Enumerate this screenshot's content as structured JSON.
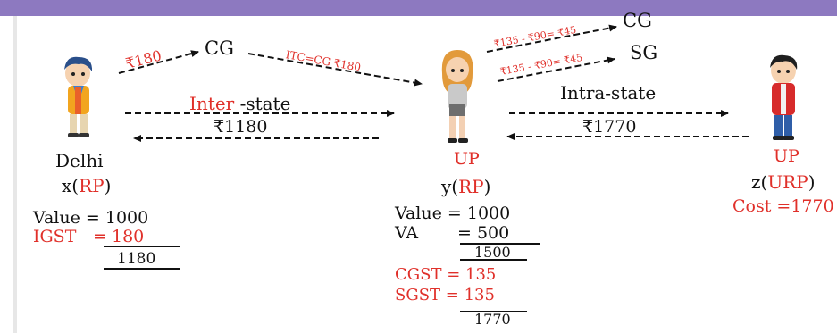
{
  "colors": {
    "accent": "#e0302a",
    "banner": "#8d79c0",
    "ink": "#111111"
  },
  "icons": {
    "people": [
      "boy-with-scarf-icon",
      "girl-icon",
      "boy-red-jacket-icon"
    ]
  },
  "parties": {
    "x": {
      "place": "Delhi",
      "name_prefix": "x(",
      "reg": "RP",
      "name_suffix": ")",
      "value_label": "Value = 1000",
      "igst_label": "IGST",
      "igst_eq": "=",
      "igst_value": "180",
      "total": "1180"
    },
    "y": {
      "place": "UP",
      "name_prefix": "y(",
      "reg": "RP",
      "name_suffix": ")",
      "value_label": "Value = 1000",
      "va_label": "VA",
      "va_value": "= 500",
      "subtotal": "1500",
      "cgst_label": "CGST = ",
      "cgst_value": "135",
      "sgst_label": "SGST = ",
      "sgst_value": "135",
      "total": "1770"
    },
    "z": {
      "place": "UP",
      "name_prefix": "z(",
      "reg": "URP",
      "name_suffix": ")",
      "cost_label": "Cost =1770"
    }
  },
  "flows": {
    "xy": {
      "credit_in": "₹180",
      "cg_label": "CG",
      "itc_label": "ITC=CG ₹180",
      "type_word": "Inter",
      "type_suffix": " -state",
      "amount": "₹1180"
    },
    "yz": {
      "cg_label": "CG",
      "sg_label": "SG",
      "cg_calc": "₹135 - ₹90= ₹45",
      "sg_calc": "₹135 - ₹90= ₹45",
      "type": "Intra-state",
      "amount": "₹1770"
    }
  }
}
